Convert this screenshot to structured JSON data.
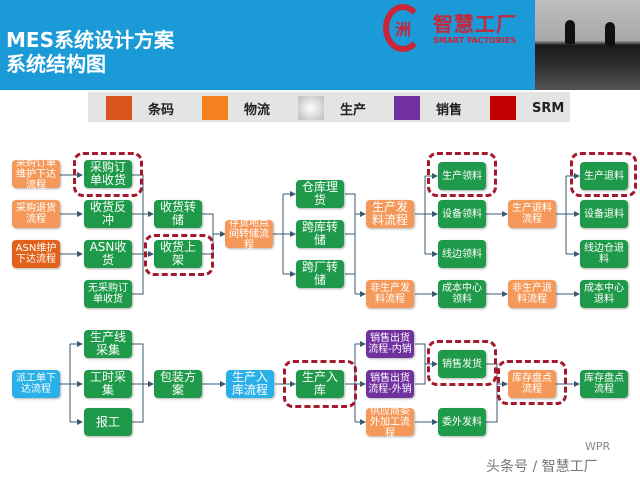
{
  "header": {
    "title_line1": "MES系统设计方案",
    "title_line2": "系统结构图",
    "logo_cn": "智慧工厂",
    "logo_en": "SMART FACTORIES",
    "logo_mark": "洲"
  },
  "legend": [
    {
      "label": "条码",
      "color": "#d9541a"
    },
    {
      "label": "物流",
      "color": "#f5801e"
    },
    {
      "label": "生产",
      "color": "#e8e8e8"
    },
    {
      "label": "销售",
      "color": "#7030a0"
    },
    {
      "label": "SRM",
      "color": "#c00000"
    }
  ],
  "nodes": {
    "a1": "采购订单维护下达流程",
    "a2": "采购退货流程",
    "a3": "ASN维护下达流程",
    "b1": "采购订单收货",
    "b2": "收货反冲",
    "b3": "ASN收货",
    "b4": "无采购订单收货",
    "c1": "收货转储",
    "c2": "收货上架",
    "d": "存货地点间转储流程",
    "e1": "仓库理货",
    "e2": "跨库转储",
    "e3": "跨厂转储",
    "f1": "生产发料流程",
    "f2": "非生产发料流程",
    "g1": "生产领料",
    "g2": "设备领料",
    "g3": "线边领料",
    "g4": "成本中心领料",
    "h1": "生产退料流程",
    "h2": "非生产退料流程",
    "i1": "生产退料",
    "i2": "设备退料",
    "i3": "线边仓退料",
    "i4": "成本中心退料",
    "r1": "派工单下达流程",
    "r2": "生产线采集",
    "r3": "工时采集",
    "r4": "报工",
    "r5": "包装方案",
    "r6": "生产入库流程",
    "r7": "生产入库",
    "s1": "销售出货流程-内销",
    "s2": "销售出货流程-外销",
    "s3": "供应商委外加工流程",
    "s4": "销售发货",
    "s5": "委外发料",
    "s6": "库存盘点流程",
    "s7": "库存盘点流程"
  },
  "watermark": {
    "text": "头条号 / 智慧工厂",
    "tag": "WPR"
  }
}
